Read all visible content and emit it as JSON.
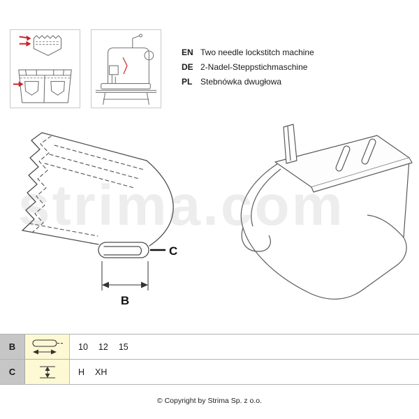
{
  "header": {
    "languages": [
      {
        "code": "EN",
        "text": "Two needle lockstitch machine"
      },
      {
        "code": "DE",
        "text": "2-Nadel-Steppstichmaschine"
      },
      {
        "code": "PL",
        "text": "Stebnówka dwugłowa"
      }
    ]
  },
  "diagram": {
    "label_b": "B",
    "label_c": "C",
    "watermark": "strima.com"
  },
  "spec_table": {
    "rows": [
      {
        "label": "B",
        "icon": "fold-width-icon",
        "values": [
          "10",
          "12",
          "15"
        ]
      },
      {
        "label": "C",
        "icon": "fold-height-icon",
        "values": [
          "H",
          "XH"
        ]
      }
    ]
  },
  "footer": {
    "copyright": "© Copyright by Strima Sp. z o.o."
  },
  "colors": {
    "accent_red": "#cc2128",
    "table_label_bg": "#c6c6c6",
    "table_icon_bg": "#fcf9d4",
    "line_color": "#4d4d4d",
    "border_color": "#c9c9c9"
  }
}
